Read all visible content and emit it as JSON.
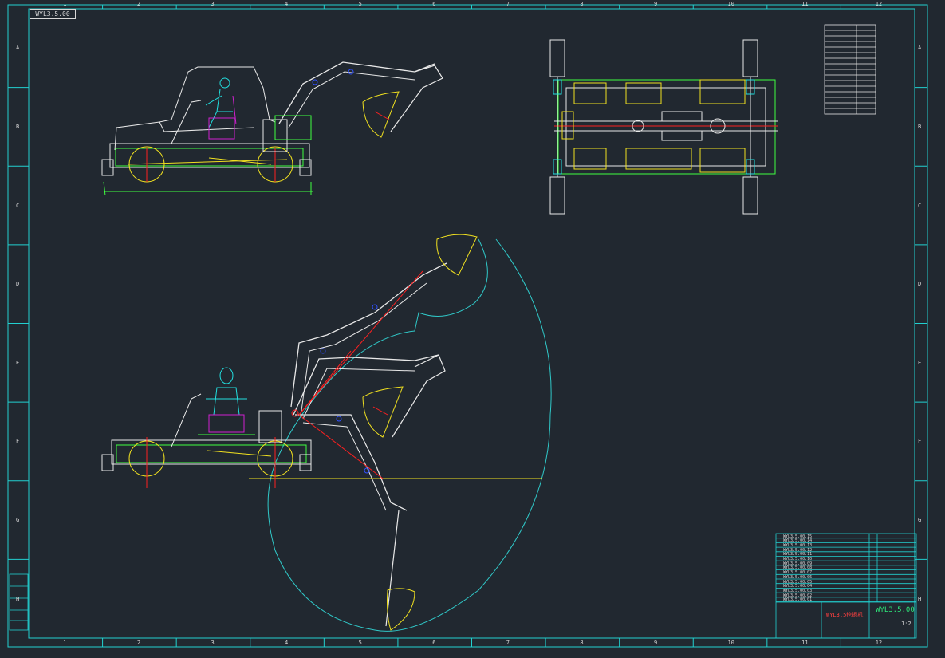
{
  "drawing": {
    "code_stamp": "WYL3.5.00",
    "title_block_code": "WYL3.5.00",
    "title_block_name": "WYL3.5挖掘机",
    "scale": "1:2"
  },
  "grid": {
    "columns": [
      "1",
      "2",
      "3",
      "4",
      "5",
      "6",
      "7",
      "8",
      "9",
      "10",
      "11",
      "12"
    ],
    "rows": [
      "A",
      "B",
      "C",
      "D",
      "E",
      "F",
      "G",
      "H"
    ]
  },
  "parts_list": {
    "codes": [
      "WYL3.5.00.15",
      "WYL3.5.00.14",
      "WYL3.5.00.13",
      "WYL3.5.00.12",
      "WYL3.5.00.11",
      "WYL3.5.00.10",
      "WYL3.5.00.09",
      "WYL3.5.00.08",
      "WYL3.5.00.07",
      "WYL3.5.00.06",
      "WYL3.5.00.05",
      "WYL3.5.00.04",
      "WYL3.5.00.03",
      "WYL3.5.00.02",
      "WYL3.5.00.01"
    ]
  },
  "colors": {
    "background": "#212830",
    "frame": "#22d0d0",
    "machine": "#e8e8e8",
    "operator": "#22e0e0",
    "seat": "#d020d0",
    "cylinder": "#f0e020",
    "accent": "#40ff40",
    "centerline": "#ff2020",
    "envelope": "#30c8c8",
    "pin": "#3050ff"
  }
}
